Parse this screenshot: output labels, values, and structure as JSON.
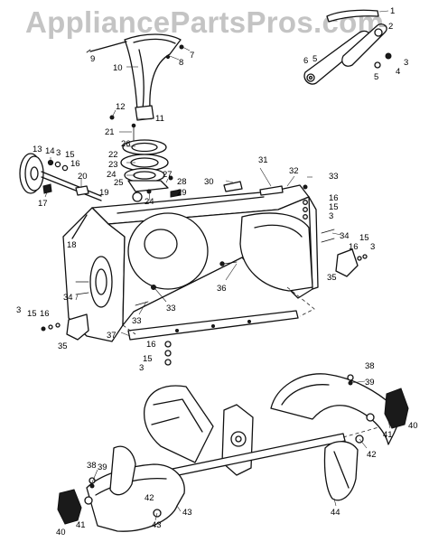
{
  "watermark": "AppliancePartsPros.com",
  "callouts": [
    {
      "id": "c1",
      "text": "1"
    },
    {
      "id": "c2",
      "text": "2"
    },
    {
      "id": "c3a",
      "text": "3"
    },
    {
      "id": "c4",
      "text": "4"
    },
    {
      "id": "c5a",
      "text": "5"
    },
    {
      "id": "c5b",
      "text": "5"
    },
    {
      "id": "c6",
      "text": "6"
    },
    {
      "id": "c7",
      "text": "7"
    },
    {
      "id": "c8",
      "text": "8"
    },
    {
      "id": "c9",
      "text": "9"
    },
    {
      "id": "c10",
      "text": "10"
    },
    {
      "id": "c11",
      "text": "11"
    },
    {
      "id": "c12",
      "text": "12"
    },
    {
      "id": "c13",
      "text": "13"
    },
    {
      "id": "c14",
      "text": "14"
    },
    {
      "id": "c3b",
      "text": "3"
    },
    {
      "id": "c15a",
      "text": "15"
    },
    {
      "id": "c16a",
      "text": "16"
    },
    {
      "id": "c17",
      "text": "17"
    },
    {
      "id": "c18",
      "text": "18"
    },
    {
      "id": "c19",
      "text": "19"
    },
    {
      "id": "c20",
      "text": "20"
    },
    {
      "id": "c21",
      "text": "21"
    },
    {
      "id": "c22",
      "text": "22"
    },
    {
      "id": "c23",
      "text": "23"
    },
    {
      "id": "c24a",
      "text": "24"
    },
    {
      "id": "c24b",
      "text": "24"
    },
    {
      "id": "c25",
      "text": "25"
    },
    {
      "id": "c26",
      "text": "26"
    },
    {
      "id": "c27",
      "text": "27"
    },
    {
      "id": "c28",
      "text": "28"
    },
    {
      "id": "c29",
      "text": "29"
    },
    {
      "id": "c30",
      "text": "30"
    },
    {
      "id": "c31",
      "text": "31"
    },
    {
      "id": "c32",
      "text": "32"
    },
    {
      "id": "c33a",
      "text": "33"
    },
    {
      "id": "c16b",
      "text": "16"
    },
    {
      "id": "c15b",
      "text": "15"
    },
    {
      "id": "c3c",
      "text": "3"
    },
    {
      "id": "c34a",
      "text": "34"
    },
    {
      "id": "c15c",
      "text": "15"
    },
    {
      "id": "c16c",
      "text": "16"
    },
    {
      "id": "c3d",
      "text": "3"
    },
    {
      "id": "c35a",
      "text": "35"
    },
    {
      "id": "c36",
      "text": "36"
    },
    {
      "id": "c34b",
      "text": "34"
    },
    {
      "id": "c3e",
      "text": "3"
    },
    {
      "id": "c15d",
      "text": "15"
    },
    {
      "id": "c16d",
      "text": "16"
    },
    {
      "id": "c35b",
      "text": "35"
    },
    {
      "id": "c33b",
      "text": "33"
    },
    {
      "id": "c33c",
      "text": "33"
    },
    {
      "id": "c37",
      "text": "37"
    },
    {
      "id": "c16e",
      "text": "16"
    },
    {
      "id": "c15e",
      "text": "15"
    },
    {
      "id": "c3f",
      "text": "3"
    },
    {
      "id": "c38a",
      "text": "38"
    },
    {
      "id": "c39a",
      "text": "39"
    },
    {
      "id": "c40a",
      "text": "40"
    },
    {
      "id": "c41a",
      "text": "41"
    },
    {
      "id": "c42a",
      "text": "42"
    },
    {
      "id": "c44",
      "text": "44"
    },
    {
      "id": "c38b",
      "text": "38"
    },
    {
      "id": "c39b",
      "text": "39"
    },
    {
      "id": "c42b",
      "text": "42"
    },
    {
      "id": "c43a",
      "text": "43"
    },
    {
      "id": "c43b",
      "text": "43"
    },
    {
      "id": "c40b",
      "text": "40"
    },
    {
      "id": "c41b",
      "text": "41"
    }
  ]
}
